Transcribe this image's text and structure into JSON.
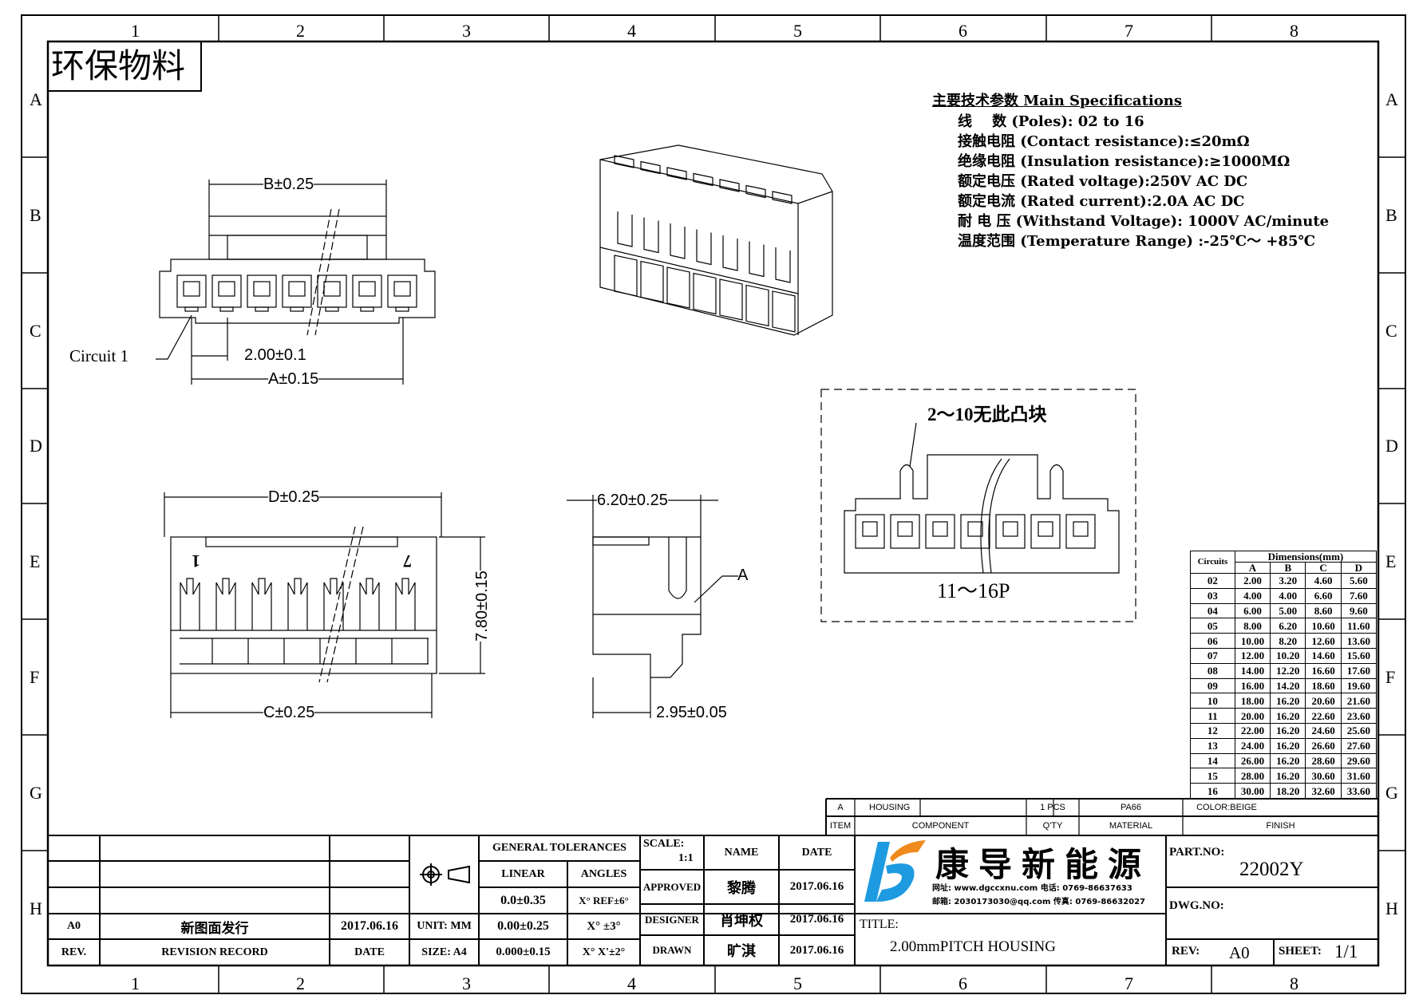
{
  "frame": {
    "columns": [
      "1",
      "2",
      "3",
      "4",
      "5",
      "6",
      "7",
      "8"
    ],
    "rows": [
      "A",
      "B",
      "C",
      "D",
      "E",
      "F",
      "G",
      "H"
    ]
  },
  "stamp": "环保物料",
  "specs": {
    "title": "主要技术参数 Main Specifications",
    "lines": [
      "线    数 (Poles): 02 to 16",
      "接触电阻 (Contact resistance):≤20mΩ",
      "绝缘电阻 (Insulation resistance):≥1000MΩ",
      "额定电压 (Rated voltage):250V AC DC",
      "额定电流 (Rated current):2.0A AC DC",
      "耐 电 压 (Withstand Voltage): 1000V AC/minute",
      "温度范围 (Temperature Range) :-25℃～ +85℃"
    ]
  },
  "front_view": {
    "dim_b": "B±0.25",
    "circuit1": "Circuit 1",
    "pitch": "2.00±0.1",
    "dim_a": "A±0.15"
  },
  "bottom_view": {
    "dim_d": "D±0.25",
    "dim_c": "C±0.25",
    "height": "7.80±0.15",
    "pin1": "1",
    "pin7": "7"
  },
  "side_view": {
    "width": "6.20±0.25",
    "dim": "2.95±0.05",
    "detail": "A"
  },
  "detail_box": {
    "note": "2～10无此凸块",
    "range": "11～16P"
  },
  "dimension_table": {
    "header_circuits": "Circuits",
    "header_dimensions": "Dimensions(mm)",
    "cols": [
      "A",
      "B",
      "C",
      "D"
    ],
    "rows": [
      [
        "02",
        "2.00",
        "3.20",
        "4.60",
        "5.60"
      ],
      [
        "03",
        "4.00",
        "4.00",
        "6.60",
        "7.60"
      ],
      [
        "04",
        "6.00",
        "5.00",
        "8.60",
        "9.60"
      ],
      [
        "05",
        "8.00",
        "6.20",
        "10.60",
        "11.60"
      ],
      [
        "06",
        "10.00",
        "8.20",
        "12.60",
        "13.60"
      ],
      [
        "07",
        "12.00",
        "10.20",
        "14.60",
        "15.60"
      ],
      [
        "08",
        "14.00",
        "12.20",
        "16.60",
        "17.60"
      ],
      [
        "09",
        "16.00",
        "14.20",
        "18.60",
        "19.60"
      ],
      [
        "10",
        "18.00",
        "16.20",
        "20.60",
        "21.60"
      ],
      [
        "11",
        "20.00",
        "16.20",
        "22.60",
        "23.60"
      ],
      [
        "12",
        "22.00",
        "16.20",
        "24.60",
        "25.60"
      ],
      [
        "13",
        "24.00",
        "16.20",
        "26.60",
        "27.60"
      ],
      [
        "14",
        "26.00",
        "16.20",
        "28.60",
        "29.60"
      ],
      [
        "15",
        "28.00",
        "16.20",
        "30.60",
        "31.60"
      ],
      [
        "16",
        "30.00",
        "18.20",
        "32.60",
        "33.60"
      ]
    ]
  },
  "bom": {
    "item": "A",
    "component": "HOUSING",
    "qty": "1  PCS",
    "material": "PA66",
    "finish": "COLOR:BEIGE",
    "h_item": "ITEM",
    "h_component": "COMPONENT",
    "h_qty": "Q'TY",
    "h_material": "MATERIAL",
    "h_finish": "FINISH"
  },
  "revision": {
    "rev": "A0",
    "record": "新图面发行",
    "date": "2017.06.16",
    "h_rev": "REV.",
    "h_record": "REVISION RECORD",
    "h_date": "DATE"
  },
  "tolerances": {
    "title": "GENERAL TOLERANCES",
    "linear": "LINEAR",
    "angles": "ANGLES",
    "l1": "0.0±0.35",
    "a1": "X° REF±6°",
    "l2": "0.00±0.25",
    "a2": "X° ±3°",
    "l3": "0.000±0.15",
    "a3": "X° X'±2°",
    "unit": "UNIT: MM",
    "size": "SIZE: A4"
  },
  "approval": {
    "scale_label": "SCALE:",
    "scale": "1:1",
    "h_name": "NAME",
    "h_date": "DATE",
    "rows": [
      {
        "role": "APPROVED",
        "name": "黎腾",
        "date": "2017.06.16"
      },
      {
        "role": "DESIGNER",
        "name": "肖坤权",
        "date": "2017.06.16"
      },
      {
        "role": "DRAWN",
        "name": "旷淇",
        "date": "2017.06.16"
      }
    ]
  },
  "company": {
    "name": "康导新能源",
    "contact1": "网址: www.dgccxnu.com  电话: 0769-86637633",
    "contact2": "邮箱: 2030173030@qq.com 传真: 0769-86632027"
  },
  "title_block": {
    "title_label": "TITLE:",
    "title": "2.00mmPITCH HOUSING",
    "part_label": "PART.NO:",
    "part_no": "22002Y",
    "dwg_label": "DWG.NO:",
    "rev_label": "REV:",
    "rev": "A0",
    "sheet_label": "SHEET:",
    "sheet": "1/1"
  },
  "colors": {
    "logo_blue": "#1e9be0",
    "logo_orange": "#f08a1c"
  }
}
